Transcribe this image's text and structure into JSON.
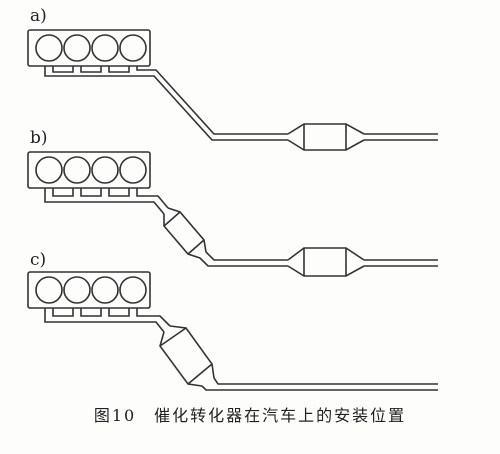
{
  "figure": {
    "panels": [
      {
        "label": "a)",
        "description_layout": "engine-close-coupled-none-underbody"
      },
      {
        "label": "b)",
        "description_layout": "close-coupled-plus-underbody"
      },
      {
        "label": "c)",
        "description_layout": "close-coupled-only"
      }
    ],
    "caption": "图10　催化转化器在汽车上的安装位置"
  },
  "colors": {
    "line": "#333333",
    "background": "#fdfdfc"
  }
}
